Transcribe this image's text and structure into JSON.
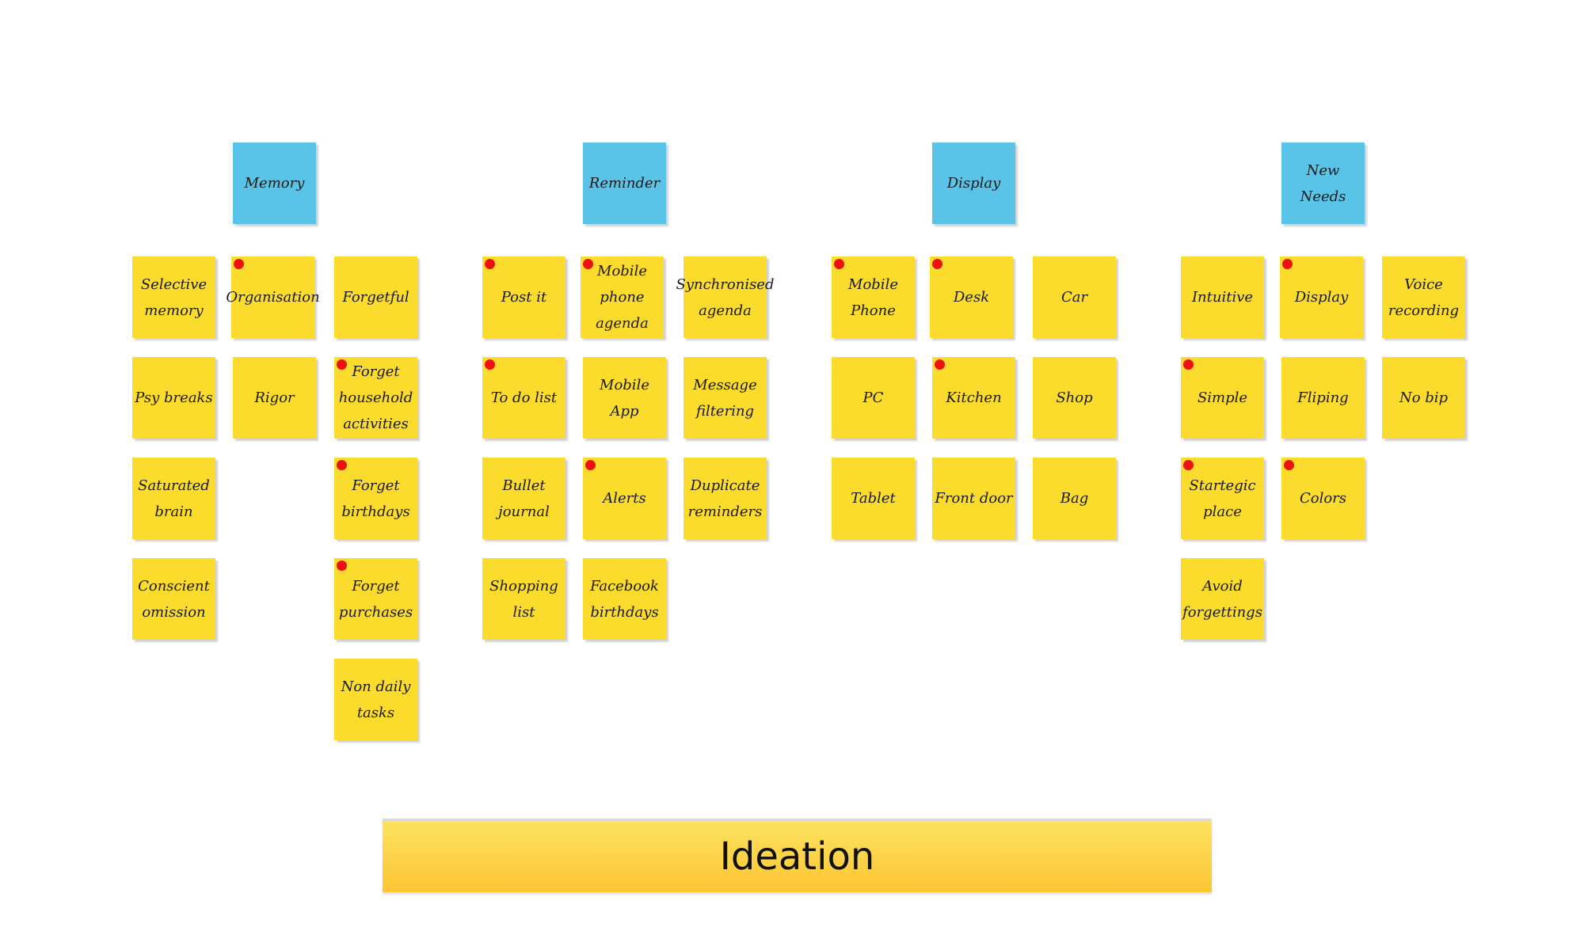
{
  "banner": {
    "title": "Ideation"
  },
  "marker": {
    "dot_color": "#ee1111"
  },
  "colors": {
    "header": "#59c3e8",
    "note": "#fbdb2c"
  },
  "groups": [
    {
      "header": "Memory",
      "notes": [
        {
          "text": "Selective memory",
          "dot": false
        },
        {
          "text": "Psy breaks",
          "dot": false
        },
        {
          "text": "Saturated brain",
          "dot": false
        },
        {
          "text": "Conscient omission",
          "dot": false
        },
        {
          "text": "Organisation",
          "dot": true
        },
        {
          "text": "Rigor",
          "dot": false
        },
        {
          "text": "Forgetful",
          "dot": false
        },
        {
          "text": "Forget household activities",
          "dot": true
        },
        {
          "text": "Forget birthdays",
          "dot": true
        },
        {
          "text": "Forget purchases",
          "dot": true
        },
        {
          "text": "Non daily tasks",
          "dot": false
        }
      ]
    },
    {
      "header": "Reminder",
      "notes": [
        {
          "text": "Post it",
          "dot": true
        },
        {
          "text": "To do list",
          "dot": true
        },
        {
          "text": "Bullet journal",
          "dot": false
        },
        {
          "text": "Shopping list",
          "dot": false
        },
        {
          "text": "Mobile phone agenda",
          "dot": true
        },
        {
          "text": "Mobile App",
          "dot": false
        },
        {
          "text": "Alerts",
          "dot": true
        },
        {
          "text": "Facebook birthdays",
          "dot": false
        },
        {
          "text": "Synchronised agenda",
          "dot": false
        },
        {
          "text": "Message filtering",
          "dot": false
        },
        {
          "text": "Duplicate reminders",
          "dot": false
        }
      ]
    },
    {
      "header": "Display",
      "notes": [
        {
          "text": "Mobile Phone",
          "dot": true
        },
        {
          "text": "PC",
          "dot": false
        },
        {
          "text": "Tablet",
          "dot": false
        },
        {
          "text": "Desk",
          "dot": true
        },
        {
          "text": "Kitchen",
          "dot": true
        },
        {
          "text": "Front door",
          "dot": false
        },
        {
          "text": "Car",
          "dot": false
        },
        {
          "text": "Shop",
          "dot": false
        },
        {
          "text": "Bag",
          "dot": false
        }
      ]
    },
    {
      "header": "New Needs",
      "notes": [
        {
          "text": "Intuitive",
          "dot": false
        },
        {
          "text": "Simple",
          "dot": true
        },
        {
          "text": "Startegic place",
          "dot": true
        },
        {
          "text": "Avoid forgettings",
          "dot": false
        },
        {
          "text": "Display",
          "dot": true
        },
        {
          "text": "Fliping",
          "dot": false
        },
        {
          "text": "Colors",
          "dot": true
        },
        {
          "text": "Voice recording",
          "dot": false
        },
        {
          "text": "No bip",
          "dot": false
        }
      ]
    }
  ]
}
